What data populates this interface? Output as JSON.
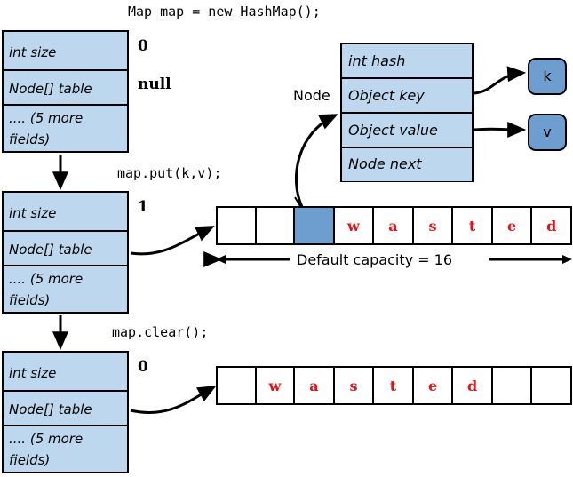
{
  "diagram": {
    "title": "HashMap internal structure lifecycle",
    "colors": {
      "struct_fill": "#bdd7ee",
      "accent_fill": "#6e9ecf",
      "text_red": "#e21414",
      "outline": "#000000",
      "background": "#ffffff"
    }
  },
  "captions": {
    "construct": "Map map = new HashMap();",
    "put": "map.put(k,v);",
    "clear": "map.clear();"
  },
  "stages": [
    {
      "id": "after-construct",
      "caption_ref": "construct",
      "struct_rows": [
        "int size",
        "Node[] table",
        ".... (5 more\nfields)"
      ],
      "values": [
        "0",
        "null"
      ]
    },
    {
      "id": "after-put",
      "caption_ref": "put",
      "struct_rows": [
        "int size",
        "Node[] table",
        ".... (5 more\nfields)"
      ],
      "values": [
        "1"
      ]
    },
    {
      "id": "after-clear",
      "caption_ref": "clear",
      "struct_rows": [
        "int size",
        "Node[] table",
        ".... (5 more\nfields)"
      ],
      "values": [
        "0"
      ]
    }
  ],
  "struct_rows": {
    "size": "int size",
    "table": "Node[] table",
    "more_line1": ".... (5 more",
    "more_line2": "fields)"
  },
  "values": {
    "size_initial": "0",
    "table_initial": "null",
    "size_after_put": "1",
    "size_after_clear": "0"
  },
  "node": {
    "label": "Node",
    "rows": [
      "int hash",
      "Object key",
      "Object value",
      "Node next"
    ],
    "key_pill": "k",
    "value_pill": "v"
  },
  "arrays": {
    "after_put": {
      "cells": [
        "",
        "",
        "",
        "w",
        "a",
        "s",
        "t",
        "e",
        "d"
      ],
      "filled_index": 2,
      "capacity_label": "Default capacity = 16"
    },
    "after_clear": {
      "cells": [
        "",
        "w",
        "a",
        "s",
        "t",
        "e",
        "d",
        "",
        ""
      ],
      "filled_index": -1
    }
  }
}
